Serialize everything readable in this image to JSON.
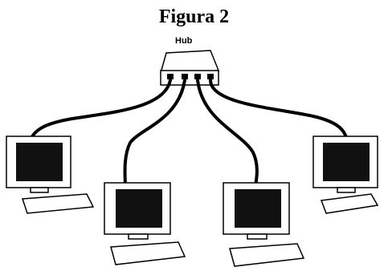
{
  "figure": {
    "title": "Figura 2",
    "hub_label": "Hub"
  },
  "devices": {
    "hub": {
      "name": "Hub",
      "ports": 4
    },
    "computers": [
      {
        "id": "pc-1"
      },
      {
        "id": "pc-2"
      },
      {
        "id": "pc-3"
      },
      {
        "id": "pc-4"
      }
    ]
  },
  "colors": {
    "line": "#000000",
    "background": "#ffffff",
    "screen": "#111111"
  }
}
